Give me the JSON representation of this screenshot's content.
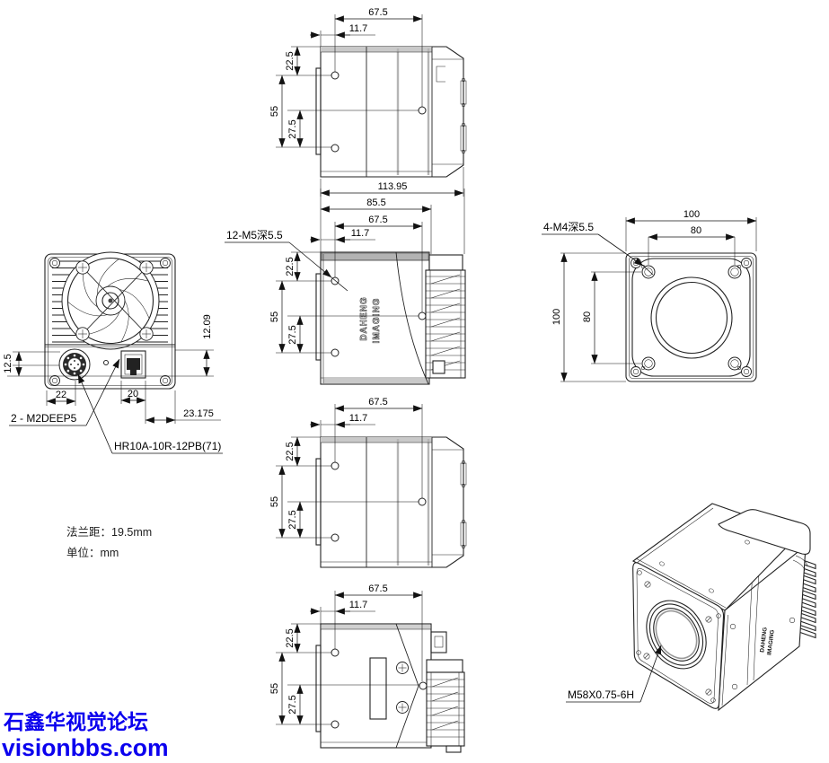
{
  "dimensions": {
    "width_67_5": "67.5",
    "offset_11_7": "11.7",
    "height_22_5": "22.5",
    "height_55": "55",
    "height_27_5": "27.5",
    "length_113_95": "113.95",
    "length_85_5": "85.5",
    "size_100": "100",
    "size_80": "80",
    "back_12_5": "12.5",
    "back_22": "22",
    "back_20": "20",
    "back_12_09": "12.09",
    "back_23_175": "23.175"
  },
  "labels": {
    "side_holes": "12-M5深5.5",
    "front_holes": "4-M4深5.5",
    "back_holes": "2 - M2DEEP5",
    "power_connector": "HR10A-10R-12PB(71)",
    "lens_mount_thread": "M58X0.75-6H"
  },
  "logo": {
    "line1": "DAHENG",
    "line2": "IMAGING"
  },
  "notes": {
    "flange_distance": "法兰距：19.5mm",
    "unit": "单位：mm"
  },
  "watermark": {
    "site_name": "石鑫华视觉论坛",
    "site_url": "visionbbs.com",
    "color": "#0b00ee"
  }
}
